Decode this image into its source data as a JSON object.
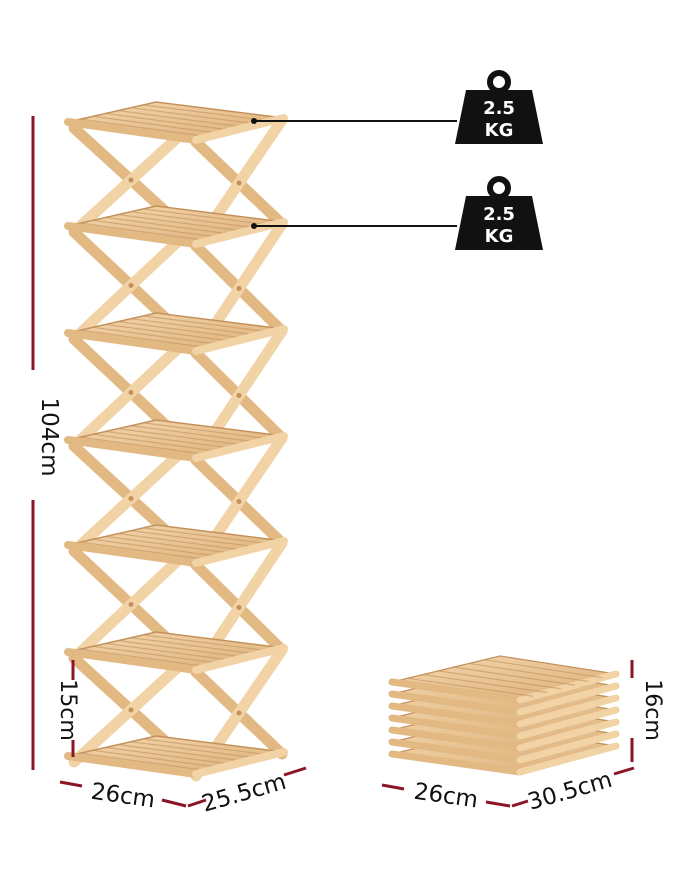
{
  "dimensions": {
    "total_height": "104cm",
    "shelf_gap": "15cm",
    "rack_width": "26cm",
    "rack_depth": "25.5cm",
    "folded_width": "26cm",
    "folded_depth": "30.5cm",
    "folded_height": "16cm"
  },
  "weights": [
    {
      "value": "2.5",
      "unit": "KG"
    },
    {
      "value": "2.5",
      "unit": "KG"
    }
  ],
  "colors": {
    "measure_line": "#8a1526",
    "wood_light": "#f1d3a6",
    "wood_mid": "#e2b883",
    "wood_dark": "#c4915a",
    "weight_fill": "#111111"
  },
  "icons": [
    "weight-icon"
  ]
}
